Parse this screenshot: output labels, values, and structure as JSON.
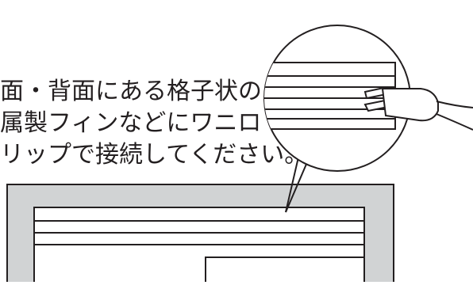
{
  "caption": {
    "lines": [
      "面・背面にある格子状の",
      "属製フィンなどにワニロ",
      "リップで接続してください。"
    ]
  },
  "colors": {
    "ink": "#231f20",
    "device_fill": "#d1d3d4",
    "panel_fill": "#ffffff",
    "line": "#231f20"
  },
  "icons": {
    "clip": "alligator-clip-icon",
    "magnifier": "magnifier-circle"
  }
}
